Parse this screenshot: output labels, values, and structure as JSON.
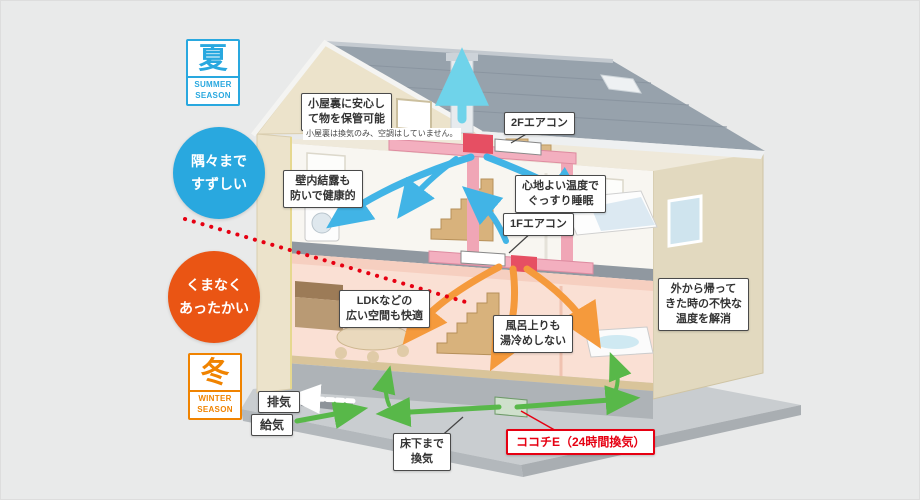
{
  "colors": {
    "bg": "#e9eaea",
    "summer": "#29a8df",
    "winter": "#f08300",
    "winter-badge": "#ea5514",
    "accent-red": "#e60012",
    "arrow-blue": "#41b4e6",
    "arrow-cyan": "#6fd3ea",
    "arrow-orange": "#f59a3c",
    "arrow-green": "#58b849",
    "label-border": "#4a4a4a",
    "label-text": "#333333"
  },
  "seasons": {
    "summer": {
      "kanji": "夏",
      "label": "SUMMER\nSEASON"
    },
    "winter": {
      "kanji": "冬",
      "label": "WINTER\nSEASON"
    }
  },
  "benefits": {
    "summer_circle": "隅々まで\nすずしい",
    "winter_circle": "くまなく\nあったかい"
  },
  "callouts": {
    "attic": "小屋裏に安心し\nて物を保管可能",
    "attic_note": "小屋裏は換気のみ、空調はしていません。",
    "ac_2f": "2Fエアコン",
    "wall_condensation": "壁内結露も\n防いで健康的",
    "sleep": "心地よい温度で\nぐっすり睡眠",
    "ac_1f": "1Fエアコン",
    "ldk": "LDKなどの\n広い空間も快適",
    "return_home": "外から帰って\nきた時の不快な\n温度を解消",
    "bath": "風呂上りも\n湯冷めしない",
    "exhaust": "排気",
    "supply": "給気",
    "underfloor": "床下まで\n換気",
    "system": "ココチE（24時間換気）"
  }
}
